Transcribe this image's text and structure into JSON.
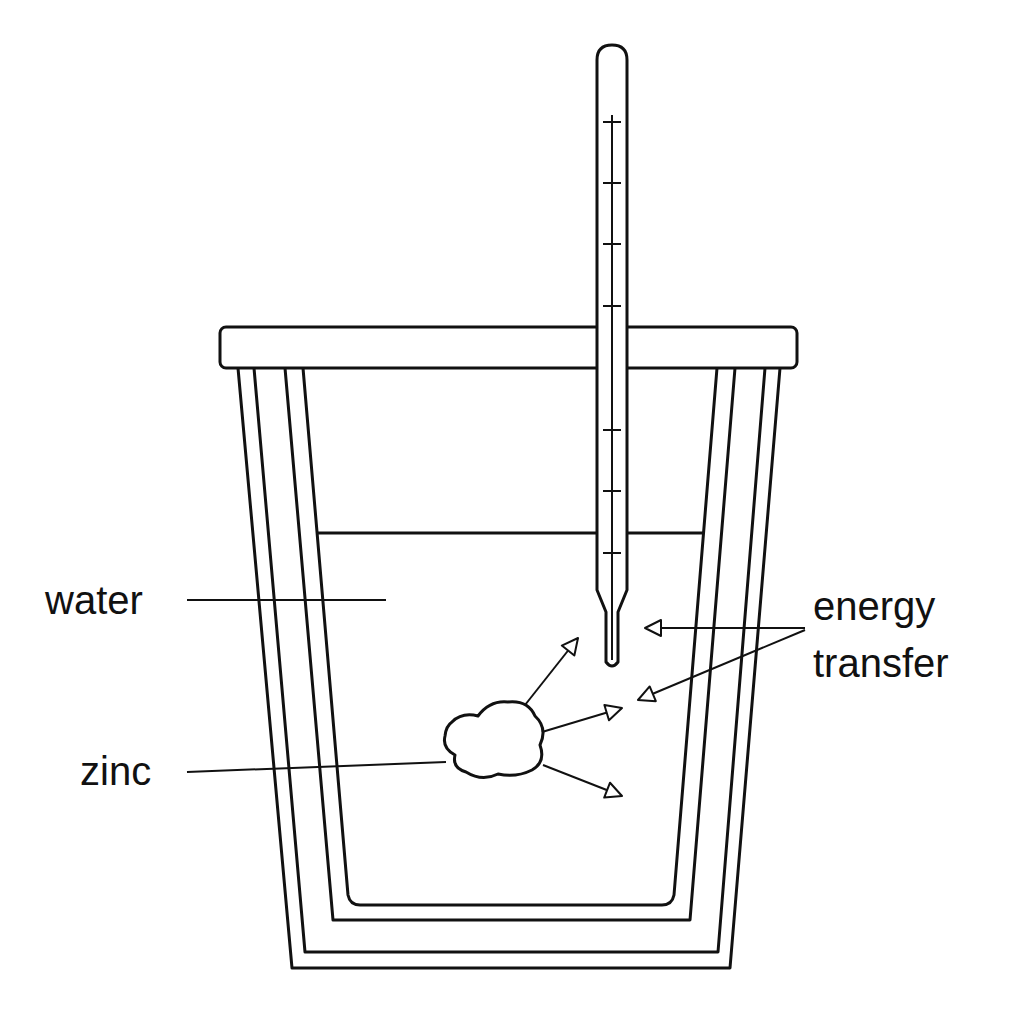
{
  "diagram": {
    "labels": [
      "water",
      "zinc",
      "energy transfer"
    ]
  }
}
